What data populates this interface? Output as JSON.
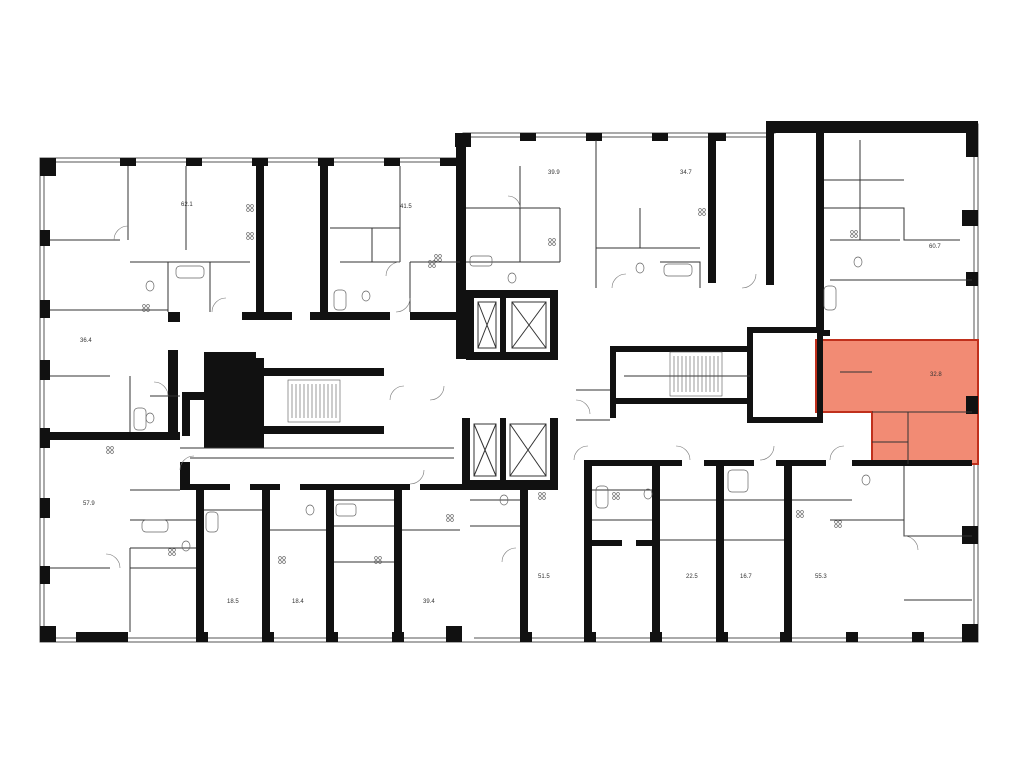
{
  "plan": {
    "highlight_color": "#f28b74",
    "highlight_stroke": "#c0301c",
    "wall_color": "#111111",
    "thin_color": "#333333",
    "apartments": [
      {
        "id": "apt-62-1",
        "area": "62.1"
      },
      {
        "id": "apt-41-5",
        "area": "41.5"
      },
      {
        "id": "apt-39-9",
        "area": "39.9"
      },
      {
        "id": "apt-34-7",
        "area": "34.7"
      },
      {
        "id": "apt-60-7",
        "area": "60.7"
      },
      {
        "id": "apt-36-4",
        "area": "36.4"
      },
      {
        "id": "apt-32-8",
        "area": "32.8",
        "highlighted": true
      },
      {
        "id": "apt-57-9",
        "area": "57.9"
      },
      {
        "id": "apt-18-5",
        "area": "18.5"
      },
      {
        "id": "apt-18-4",
        "area": "18.4"
      },
      {
        "id": "apt-39-4",
        "area": "39.4"
      },
      {
        "id": "apt-51-5",
        "area": "51.5"
      },
      {
        "id": "apt-22-5",
        "area": "22.5"
      },
      {
        "id": "apt-16-7",
        "area": "16.7"
      },
      {
        "id": "apt-55-3",
        "area": "55.3"
      }
    ]
  }
}
